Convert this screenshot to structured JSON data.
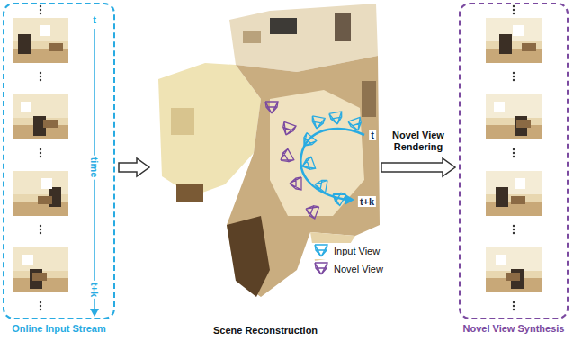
{
  "diagram": {
    "nodes": [
      {
        "text": [
          "Online Input Stream"
        ]
      },
      {
        "text": [
          "Scene Reconstruction"
        ]
      },
      {
        "text": [
          "Novel View Synthesis"
        ]
      }
    ],
    "edges": [
      {
        "from": 0,
        "to": 1,
        "arrow": "to"
      },
      {
        "from": 1,
        "to": 2,
        "label": "Novel View Rendering",
        "arrow": "to"
      }
    ],
    "labels": [
      "t",
      "time",
      "t+k",
      "t",
      "t+k"
    ],
    "legend": [
      {
        "text": "Input View"
      },
      {
        "text": "Novel View"
      }
    ]
  }
}
